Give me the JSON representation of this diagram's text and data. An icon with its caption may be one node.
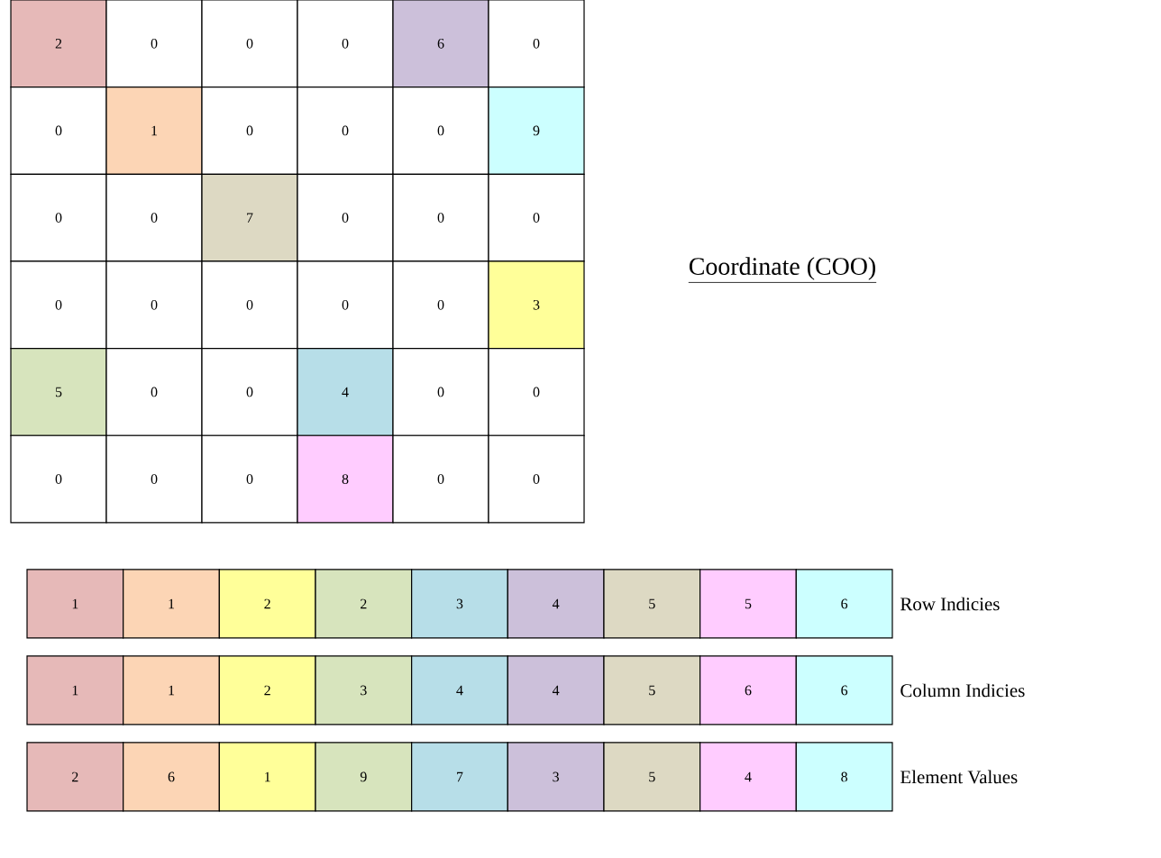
{
  "diagram": {
    "title": "Coordinate (COO)",
    "labels": [
      "2",
      "0",
      "0",
      "0",
      "6",
      "0",
      "0",
      "1",
      "0",
      "0",
      "0",
      "9",
      "0",
      "0",
      "7",
      "0",
      "0",
      "0",
      "0",
      "0",
      "0",
      "0",
      "0",
      "3",
      "5",
      "0",
      "0",
      "4",
      "0",
      "0",
      "0",
      "0",
      "0",
      "8",
      "0",
      "0",
      "1",
      "1",
      "2",
      "2",
      "3",
      "4",
      "5",
      "5",
      "6",
      "Row Indicies",
      "1",
      "1",
      "2",
      "3",
      "4",
      "4",
      "5",
      "6",
      "6",
      "Column Indicies",
      "2",
      "6",
      "1",
      "9",
      "7",
      "3",
      "5",
      "4",
      "8",
      "Element Values"
    ]
  }
}
